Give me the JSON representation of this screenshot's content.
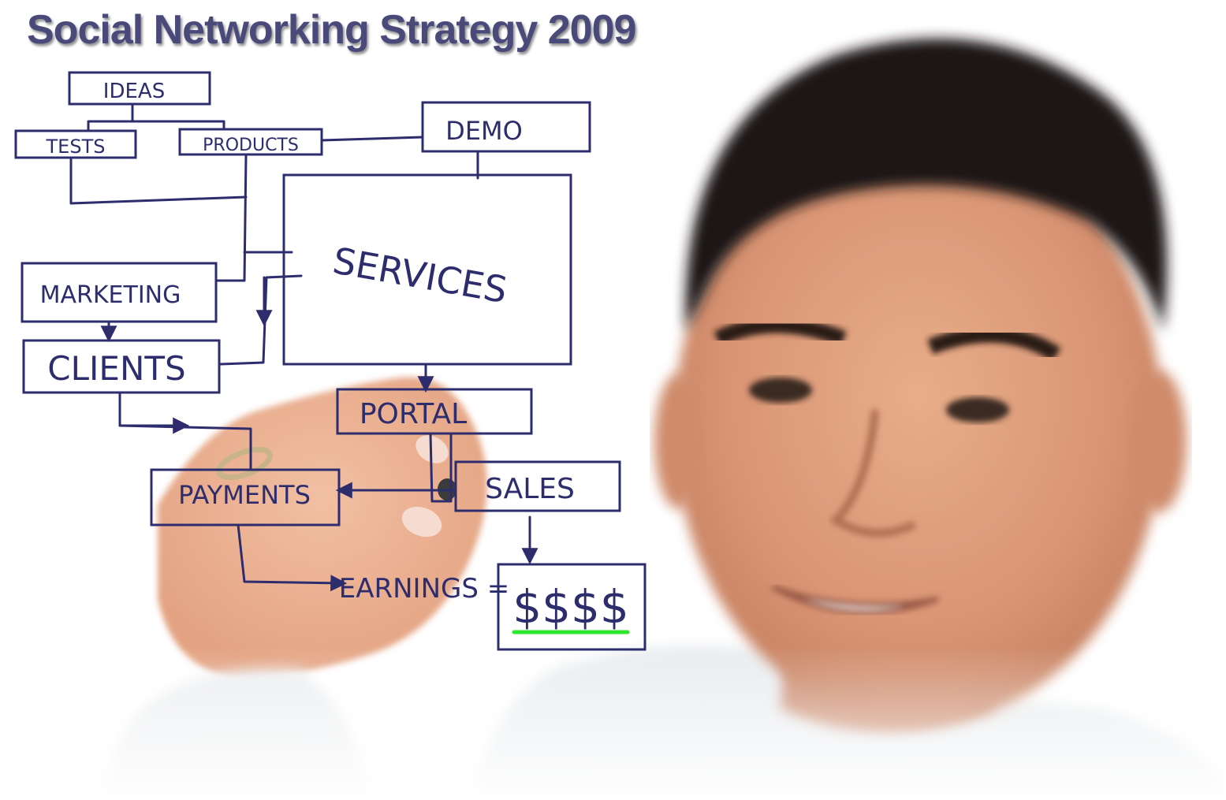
{
  "title": "Social Networking Strategy 2009",
  "colors": {
    "ink": "#2d2d6e",
    "underline": "#2ee82e",
    "title": "#4a4a7a"
  },
  "nodes": [
    {
      "id": "ideas",
      "label": "IDEAS"
    },
    {
      "id": "tests",
      "label": "TESTS"
    },
    {
      "id": "products",
      "label": "PRODUCTS"
    },
    {
      "id": "demo",
      "label": "DEMO"
    },
    {
      "id": "services",
      "label": "SERVICES"
    },
    {
      "id": "marketing",
      "label": "MARKETING"
    },
    {
      "id": "clients",
      "label": "CLIENTS"
    },
    {
      "id": "portal",
      "label": "PORTAL"
    },
    {
      "id": "sales",
      "label": "SALES"
    },
    {
      "id": "payments",
      "label": "PAYMENTS"
    },
    {
      "id": "earnings",
      "label": "EARNINGS ="
    },
    {
      "id": "money",
      "label": "$$$$"
    }
  ]
}
